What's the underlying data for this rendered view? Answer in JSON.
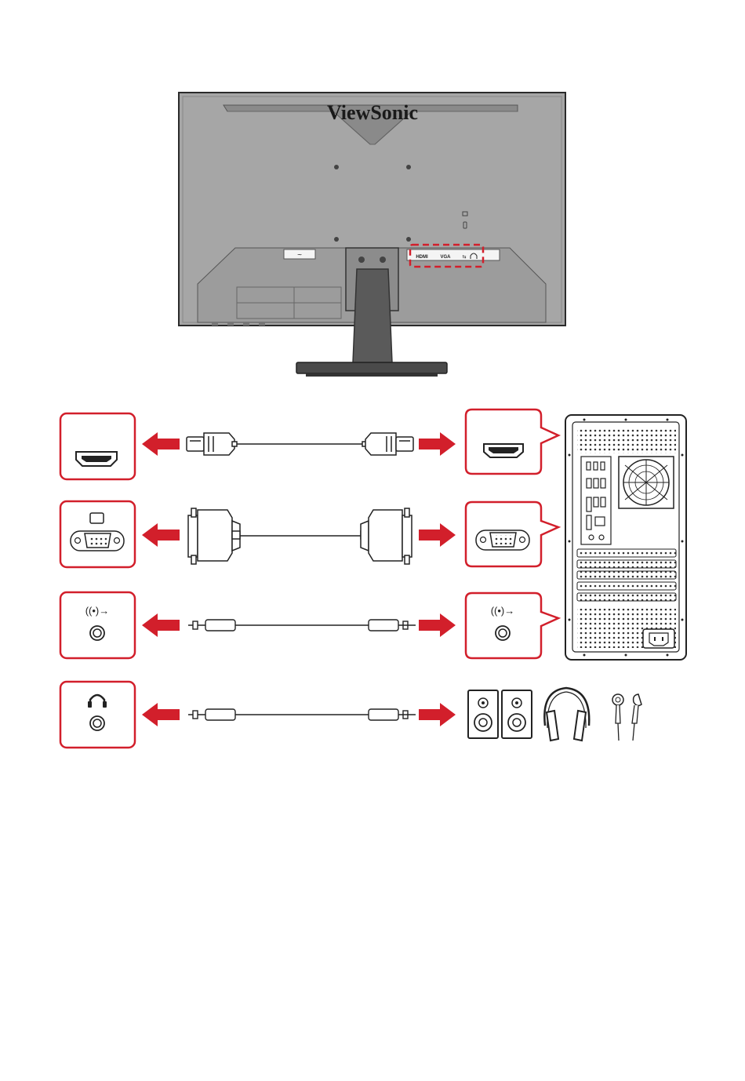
{
  "monitor": {
    "brand": "ViewSonic",
    "port_labels": [
      "HDMI",
      "VGA"
    ],
    "power_symbol": "~",
    "highlight_color": "#d21f2b"
  },
  "connections": [
    {
      "name": "hdmi",
      "port_icon": "hdmi-port-icon",
      "cable_icon": "hdmi-cable-icon",
      "target": "computer-hdmi-port"
    },
    {
      "name": "vga",
      "port_icon": "vga-port-icon",
      "cable_icon": "vga-cable-icon",
      "target": "computer-vga-port"
    },
    {
      "name": "audio-in",
      "port_icon": "audio-in-jack-icon",
      "cable_icon": "audio-cable-icon",
      "target": "computer-audio-out-port"
    },
    {
      "name": "headphone",
      "port_icon": "headphone-jack-icon",
      "cable_icon": "audio-cable-icon",
      "target": "speakers-headphones-earphones"
    }
  ],
  "colors": {
    "accent_red": "#d21f2b",
    "monitor_gray": "#a6a6a6",
    "dark_gray": "#5a5a5a",
    "line": "#333333"
  }
}
